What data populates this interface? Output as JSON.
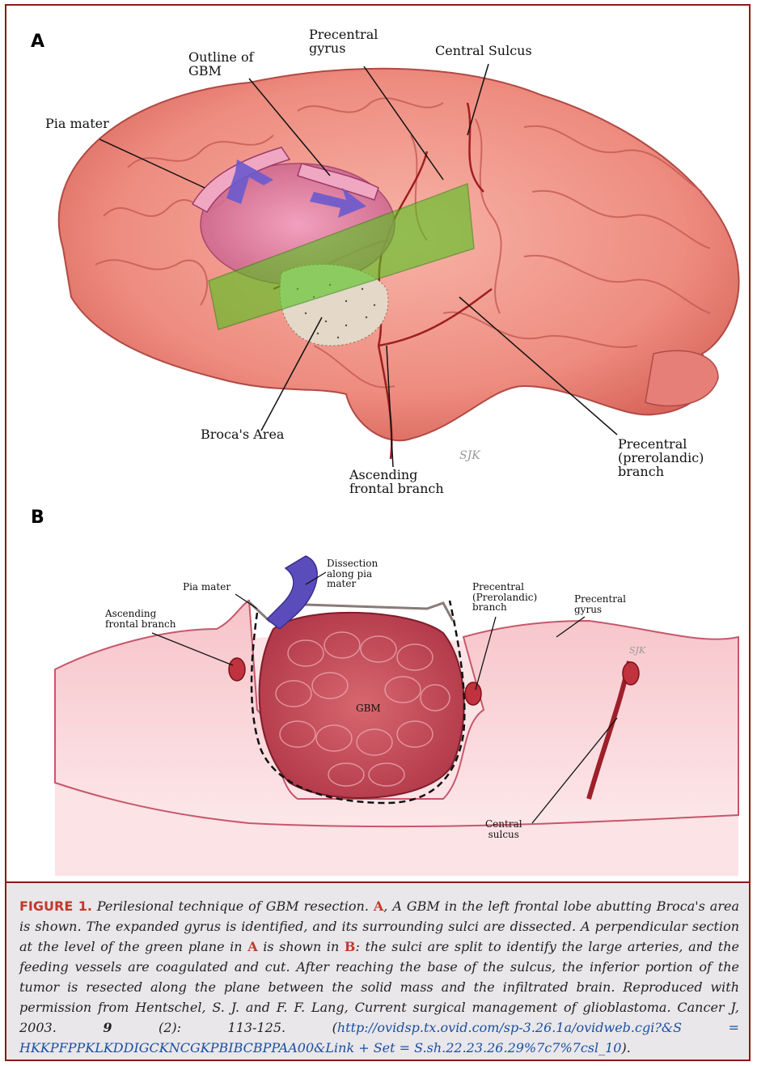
{
  "panels": {
    "a": "A",
    "b": "B"
  },
  "panel_a_labels": {
    "precentral_gyrus": "Precentral\ngyrus",
    "outline_gbm": "Outline of\nGBM",
    "central_sulcus": "Central Sulcus",
    "pia_mater": "Pia mater",
    "brocas_area": "Broca's Area",
    "ascending_frontal": "Ascending\nfrontal branch",
    "precentral_branch": "Precentral\n(prerolandic)\nbranch"
  },
  "panel_b_labels": {
    "dissection": "Dissection\nalong pia\nmater",
    "pia_mater": "Pia mater",
    "ascending_frontal": "Ascending\nfrontal branch",
    "precentral_branch": "Precentral\n(Prerolandic)\nbranch",
    "precentral_gyrus": "Precentral\ngyrus",
    "gbm": "GBM",
    "central_sulcus": "Central\nsulcus"
  },
  "caption": {
    "figure_label": "FIGURE 1.",
    "t1": " Perilesional technique of GBM resection. ",
    "r1": "A",
    "t2": ", A GBM in the left frontal lobe abutting Broca's area is shown. The expanded gyrus is identified, and its surrounding sulci are dissected. A perpendicular section at the level of the green plane in ",
    "r2": "A",
    "t3": " is shown in ",
    "r3": "B",
    "t4": ": the sulci are split to identify the large arteries, and the feeding vessels are coagulated and cut. After reaching the base of the sulcus, the inferior portion of the tumor is resected along the plane between the solid mass and the infiltrated brain. Reproduced with permission from Hentschel, S. J. and F. F. Lang, Current surgical management of glioblastoma. Cancer J, 2003. ",
    "vol": "9",
    "t5": " (2): 113-125. (",
    "link": "http://ovidsp.tx.ovid.com/sp-3.26.1a/ovidweb.cgi?&S = HKKPFPPKLKDDIGCKNCGKPBIBCBPPAA00&Link + Set = S.sh.22.23.26.29%7c7%7csl_10",
    "t6": ")."
  }
}
